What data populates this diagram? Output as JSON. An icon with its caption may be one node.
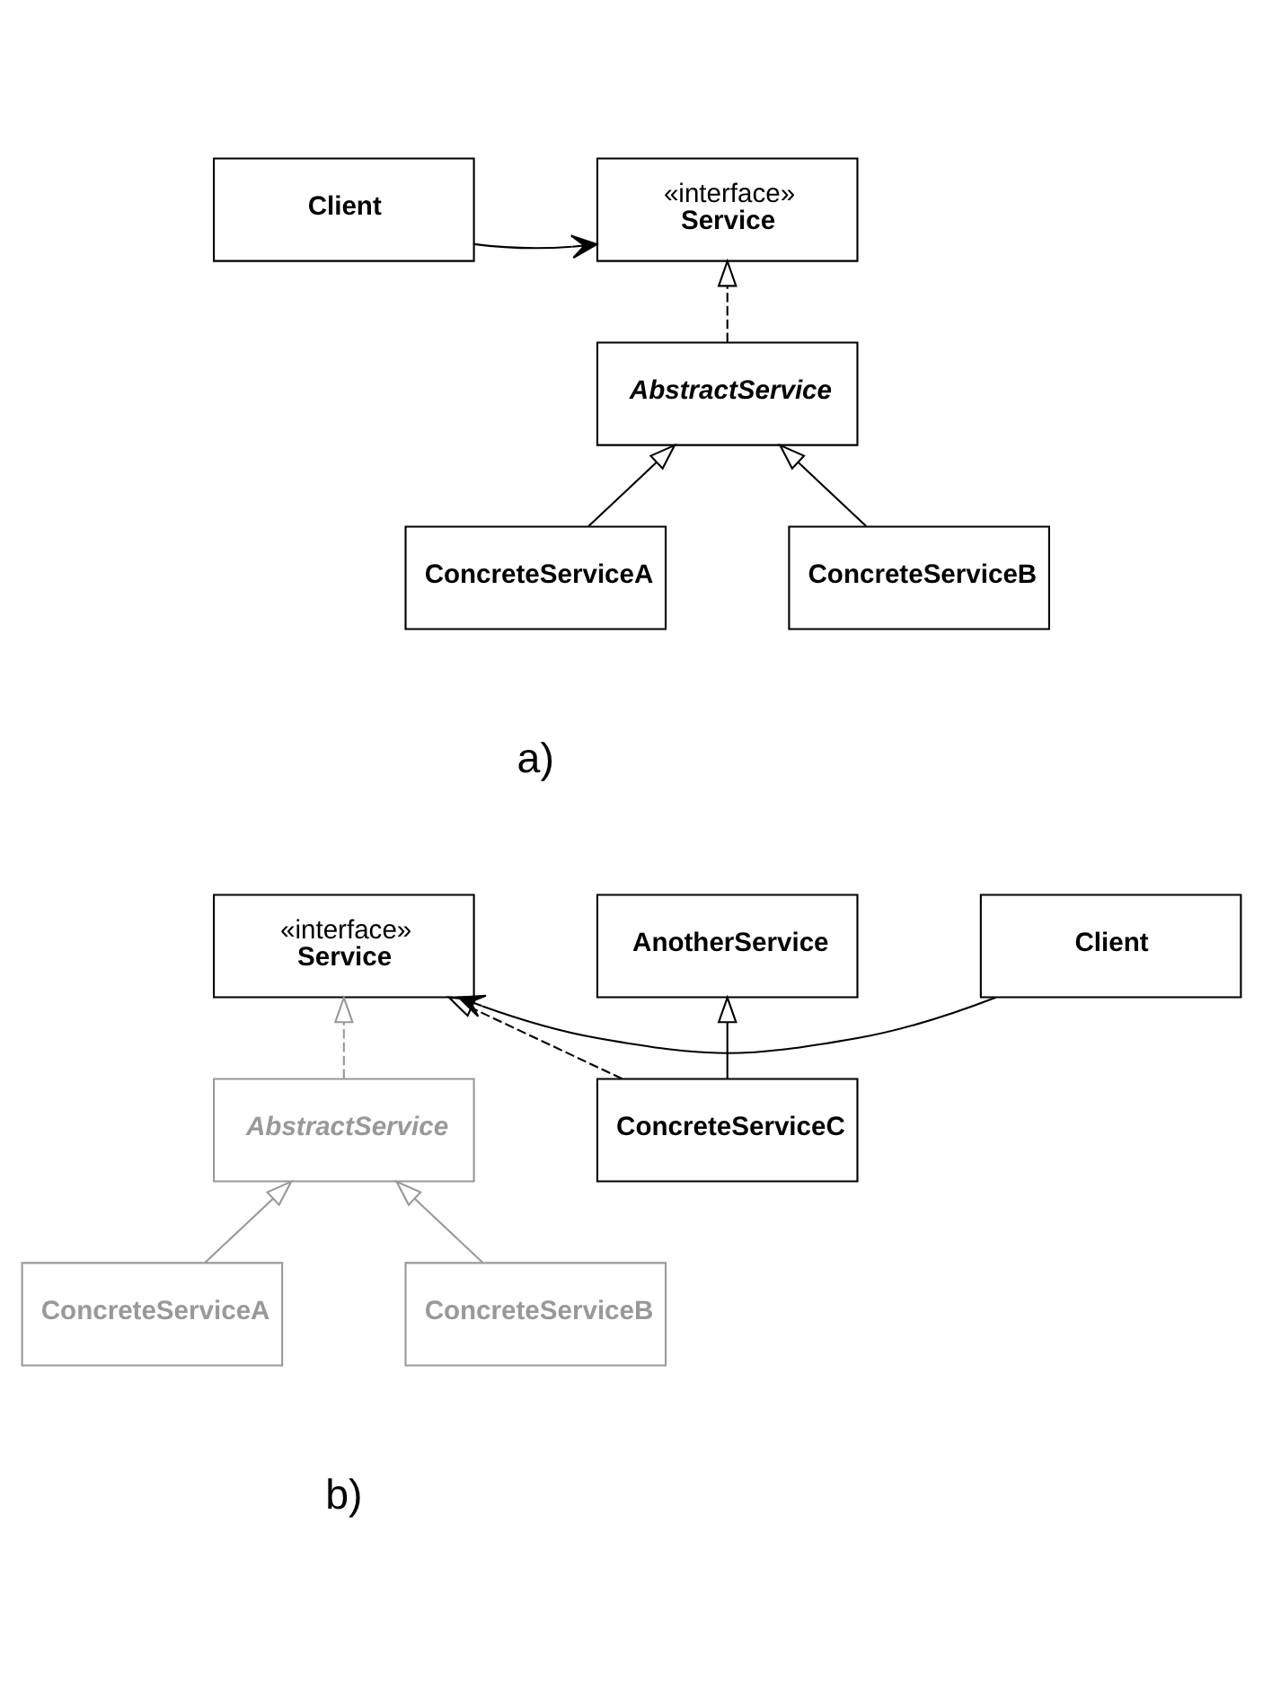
{
  "diagram": {
    "nodes": [
      {
        "text": [
          "Client"
        ]
      },
      {
        "text": [
          "«interface»",
          "Service"
        ]
      },
      {
        "text": [
          "AbstractService"
        ]
      },
      {
        "text": [
          "ConcreteServiceA"
        ]
      },
      {
        "text": [
          "ConcreteServiceB"
        ]
      },
      {
        "text": [
          "Client"
        ]
      },
      {
        "text": [
          "«interface»",
          "Service"
        ]
      },
      {
        "text": [
          "AnotherService"
        ]
      },
      {
        "text": [
          "AbstractService"
        ]
      },
      {
        "text": [
          "ConcreteServiceC"
        ]
      },
      {
        "text": [
          "ConcreteServiceA"
        ]
      },
      {
        "text": [
          "ConcreteServiceB"
        ]
      }
    ],
    "edges": [
      {
        "from": 0,
        "to": 1,
        "arrow": "to"
      },
      {
        "from": 2,
        "to": 1,
        "arrow": "to",
        "style": "dashed"
      },
      {
        "from": 3,
        "to": 2,
        "arrow": "to"
      },
      {
        "from": 4,
        "to": 2,
        "arrow": "to"
      },
      {
        "from": 5,
        "to": 6,
        "arrow": "to"
      },
      {
        "from": 8,
        "to": 6,
        "arrow": "to",
        "style": "dashed",
        "color": "#999999"
      },
      {
        "from": 9,
        "to": 6,
        "arrow": "to",
        "style": "dashed"
      },
      {
        "from": 9,
        "to": 7,
        "arrow": "to"
      },
      {
        "from": 10,
        "to": 8,
        "arrow": "to",
        "color": "#999999"
      },
      {
        "from": 11,
        "to": 8,
        "arrow": "to",
        "color": "#999999"
      }
    ],
    "labels": [
      "a)",
      "b)"
    ]
  }
}
